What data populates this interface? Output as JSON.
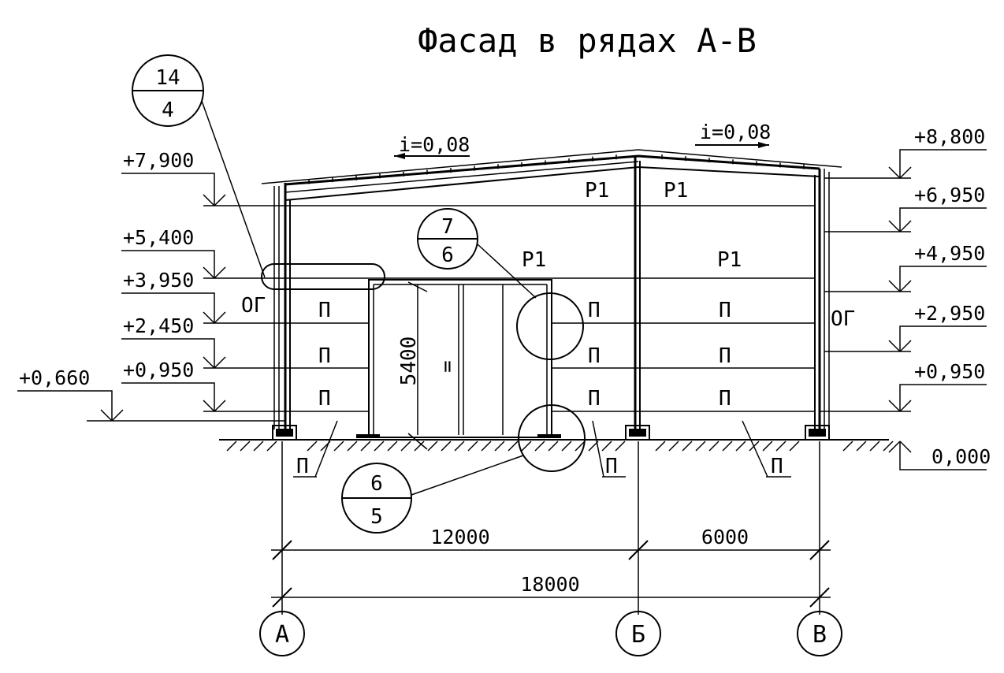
{
  "title": "Фасад в рядах А-В",
  "slopes": [
    "i=0,08",
    "i=0,08"
  ],
  "levels_left": [
    "+7,900",
    "+5,400",
    "+3,950",
    "+2,450",
    "+0,950",
    "+0,660"
  ],
  "levels_right": [
    "+8,800",
    "+6,950",
    "+4,950",
    "+2,950",
    "+0,950",
    "0,000"
  ],
  "labels": {
    "p1": "Р1",
    "og": "ОГ",
    "p": "П"
  },
  "door_height": "5400",
  "door_mark": "=",
  "dimensions": {
    "span_ab": "12000",
    "span_bv": "6000",
    "total": "18000"
  },
  "axes": [
    "А",
    "Б",
    "В"
  ],
  "callouts": [
    {
      "top": "14",
      "bottom": "4"
    },
    {
      "top": "7",
      "bottom": "6"
    },
    {
      "top": "6",
      "bottom": "5"
    }
  ]
}
